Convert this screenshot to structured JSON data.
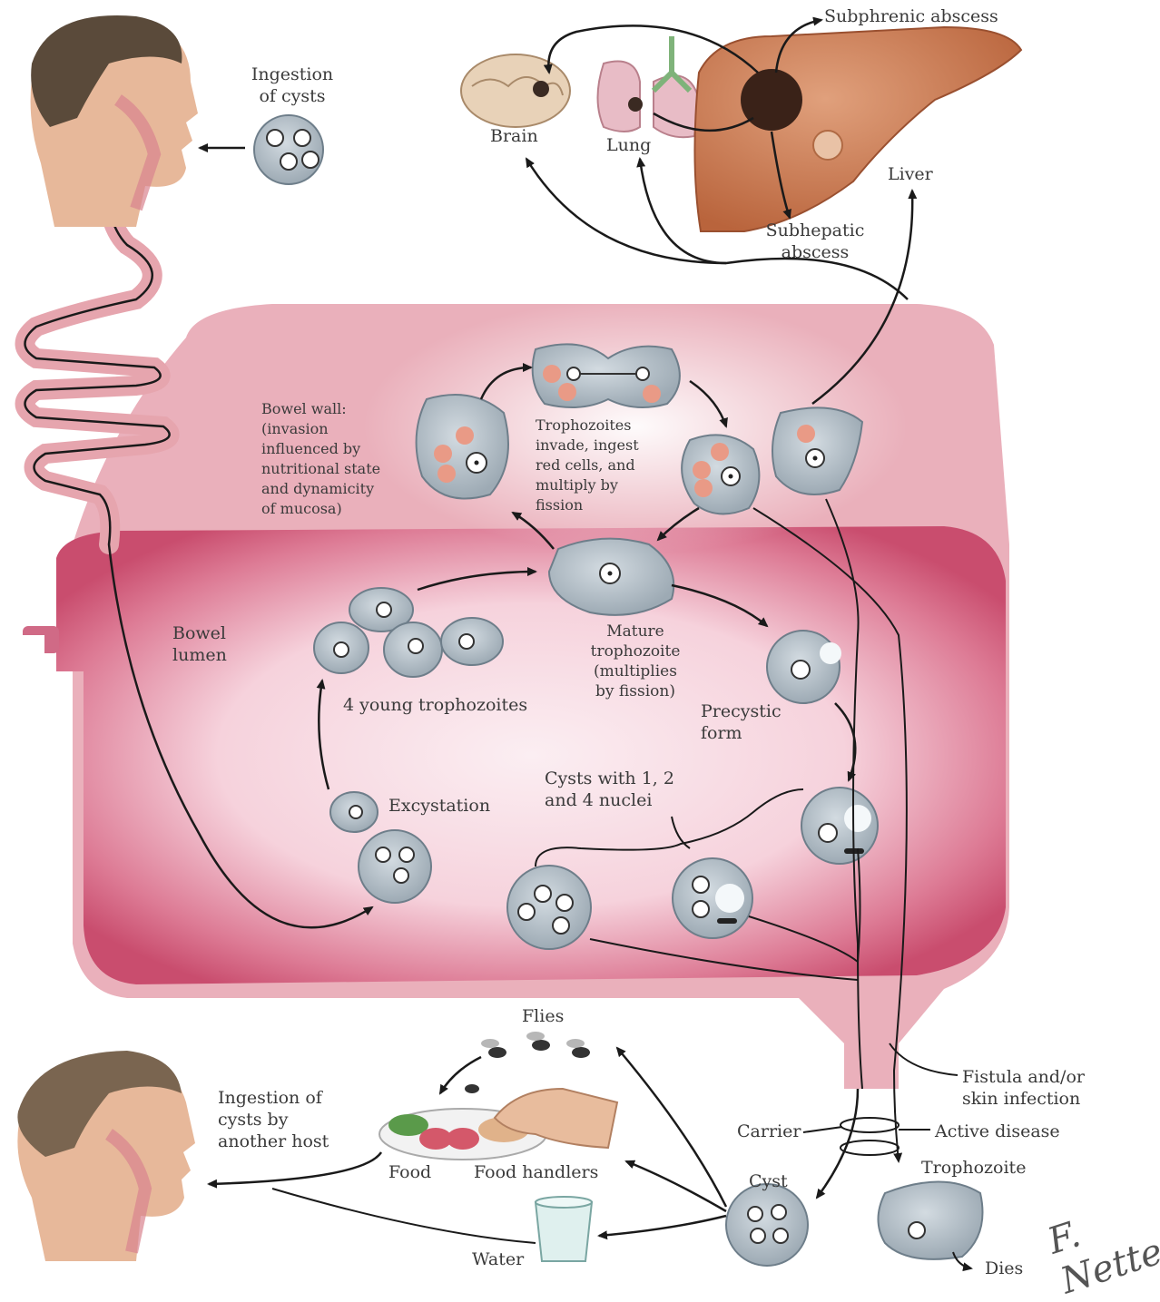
{
  "labels": {
    "subphrenic": "Subphrenic abscess",
    "brain": "Brain",
    "lung": "Lung",
    "liver": "Liver",
    "subhepatic": "Subhepatic\nabscess",
    "ingestion_cysts": "Ingestion\nof cysts",
    "bowel_wall": "Bowel wall:\n(invasion\ninfluenced by\nnutritional state\nand dynamicity\nof mucosa)",
    "trophozoites_invade": "Trophozoites\ninvade, ingest\nred cells, and\nmultiply by\nfission",
    "bowel_lumen": "Bowel\nlumen",
    "mature_trophozoite": "Mature\ntrophozoite\n(multiplies\nby fission)",
    "young_trophozoites": "4 young trophozoites",
    "precystic": "Precystic\nform",
    "cysts_nuclei": "Cysts with 1, 2\nand 4 nuclei",
    "excystation": "Excystation",
    "flies": "Flies",
    "fistula": "Fistula and/or\nskin infection",
    "ingestion_another": "Ingestion of\ncysts by\nanother host",
    "food": "Food",
    "food_handlers": "Food handlers",
    "carrier": "Carrier",
    "active_disease": "Active disease",
    "trophozoite": "Trophozoite",
    "cyst": "Cyst",
    "water": "Water",
    "dies": "Dies"
  },
  "signature": "F. Netter",
  "colors": {
    "bowel_wall": "#e9a9b3",
    "bowel_lumen_edge": "#c94d6e",
    "bowel_lumen_center": "#fbeef2",
    "liver": "#c9774f",
    "cell": "#b9c4cc",
    "red_cell": "#e99a86",
    "skin": "#e7b89a",
    "hair": "#5a4a3a"
  }
}
